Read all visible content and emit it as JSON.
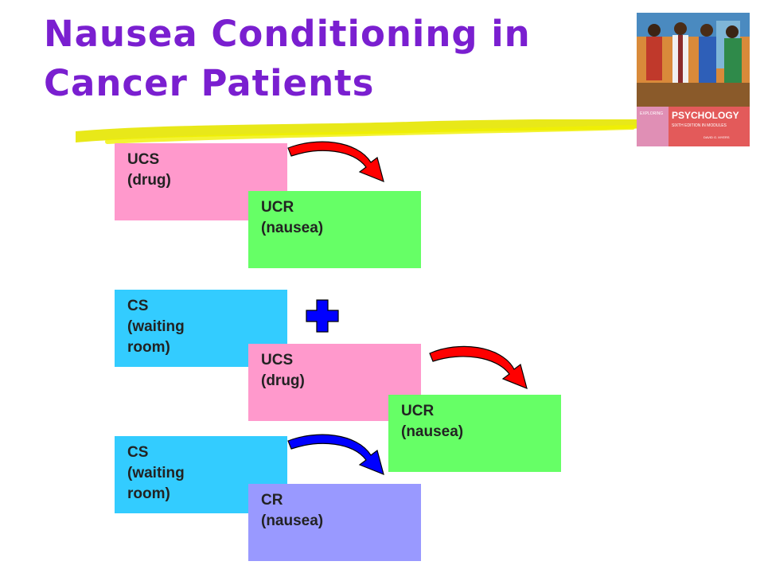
{
  "slide": {
    "title": "Nausea Conditioning in\nCancer Patients"
  },
  "book_cover": {
    "brand": "EXPLORING",
    "title": "PSYCHOLOGY",
    "subtitle": "SIXTH EDITION IN MODULES",
    "author": "DAVID G. MYERS"
  },
  "diagram": {
    "row1": {
      "ucs": "UCS\n(drug)",
      "ucr": "UCR\n(nausea)"
    },
    "row2": {
      "cs": "CS\n(waiting\nroom)",
      "ucs": "UCS\n(drug)",
      "ucr": "UCR\n(nausea)"
    },
    "row3": {
      "cs": "CS\n(waiting\nroom)",
      "cr": "CR\n(nausea)"
    }
  },
  "colors": {
    "title": "#7a1fd0",
    "ucs_box": "#ff99cc",
    "ucr_box": "#66ff66",
    "cs_box": "#33ccff",
    "cr_box": "#9999ff",
    "arrow_red": "#ff0000",
    "arrow_blue": "#0000ff",
    "plus": "#0000ff",
    "underline": "#e6e600"
  }
}
